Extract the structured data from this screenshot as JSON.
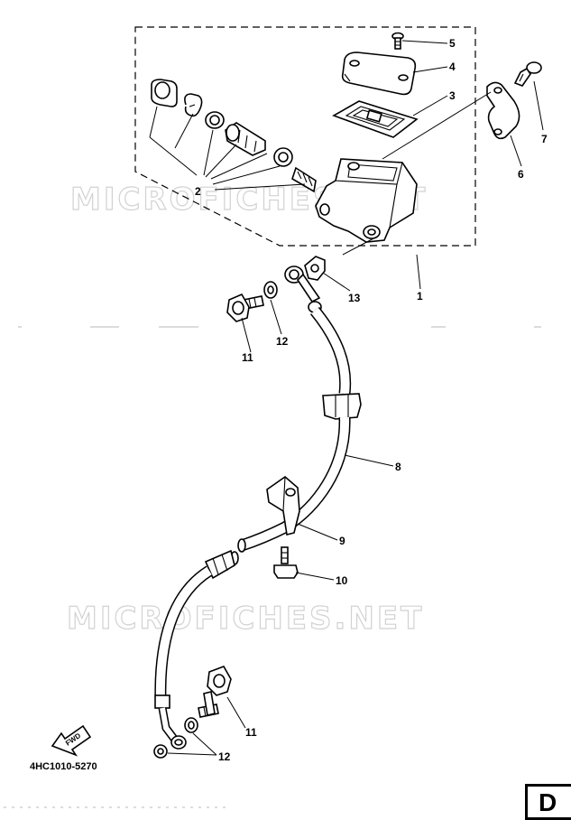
{
  "watermarks": [
    "MICROFICHES.NET",
    "MICROFICHES.NET"
  ],
  "callouts": [
    "1",
    "2",
    "3",
    "4",
    "5",
    "6",
    "7",
    "8",
    "9",
    "10",
    "11",
    "12",
    "13",
    "11",
    "12"
  ],
  "fwd_label": "FWD",
  "doc_code": "4HC1010-5270",
  "page_tab": "D"
}
